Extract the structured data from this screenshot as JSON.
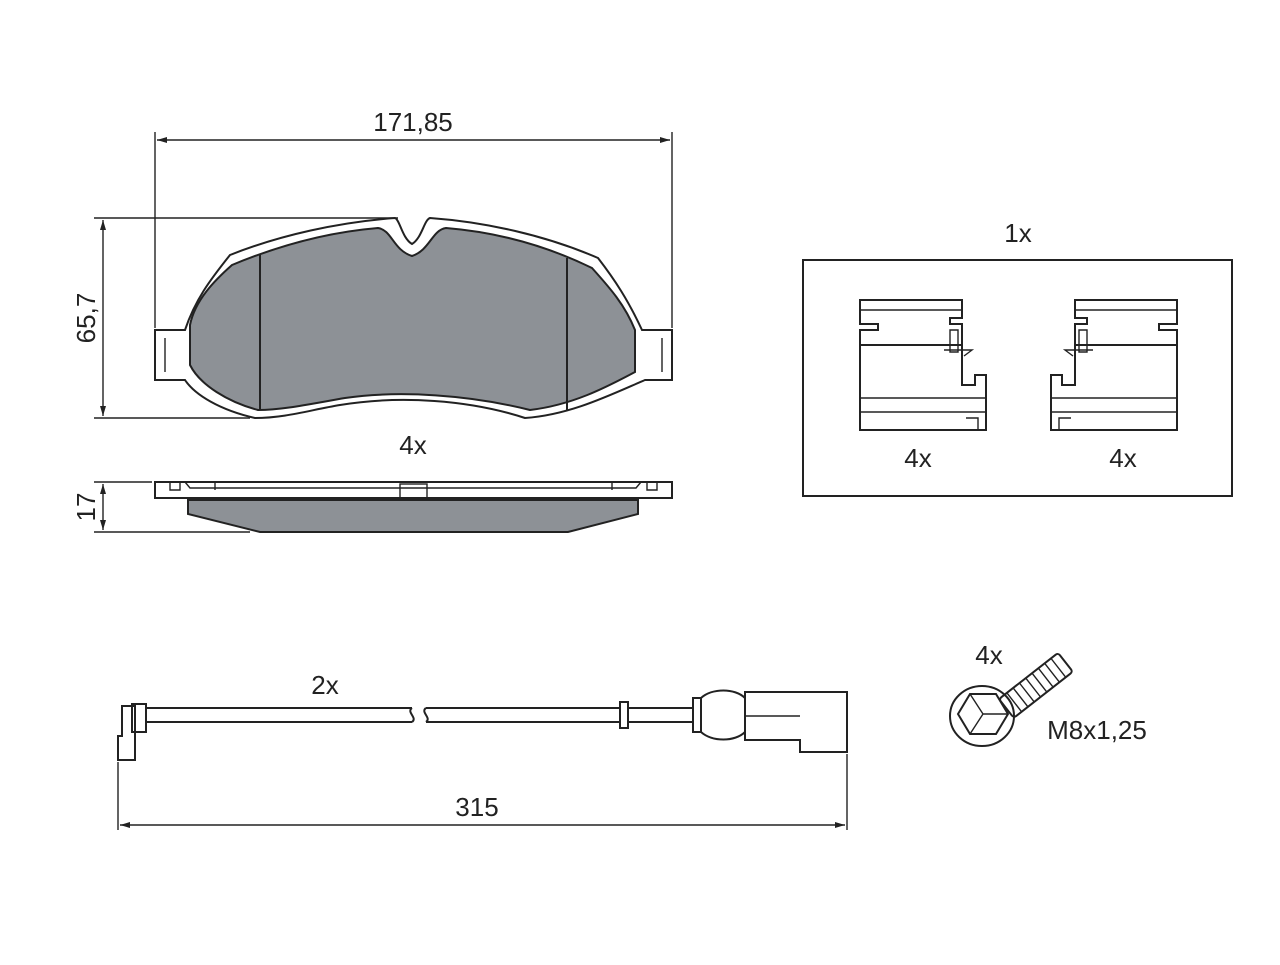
{
  "dimensions": {
    "pad_width": "171,85",
    "pad_height": "65,7",
    "pad_thickness": "17",
    "sensor_length": "315"
  },
  "quantities": {
    "pads": "4x",
    "clip_kit": "1x",
    "clip_left": "4x",
    "clip_right": "4x",
    "sensor": "2x",
    "bolt": "4x"
  },
  "bolt_spec": "M8x1,25",
  "colors": {
    "friction_material": "#8d9196",
    "line": "#222222"
  }
}
